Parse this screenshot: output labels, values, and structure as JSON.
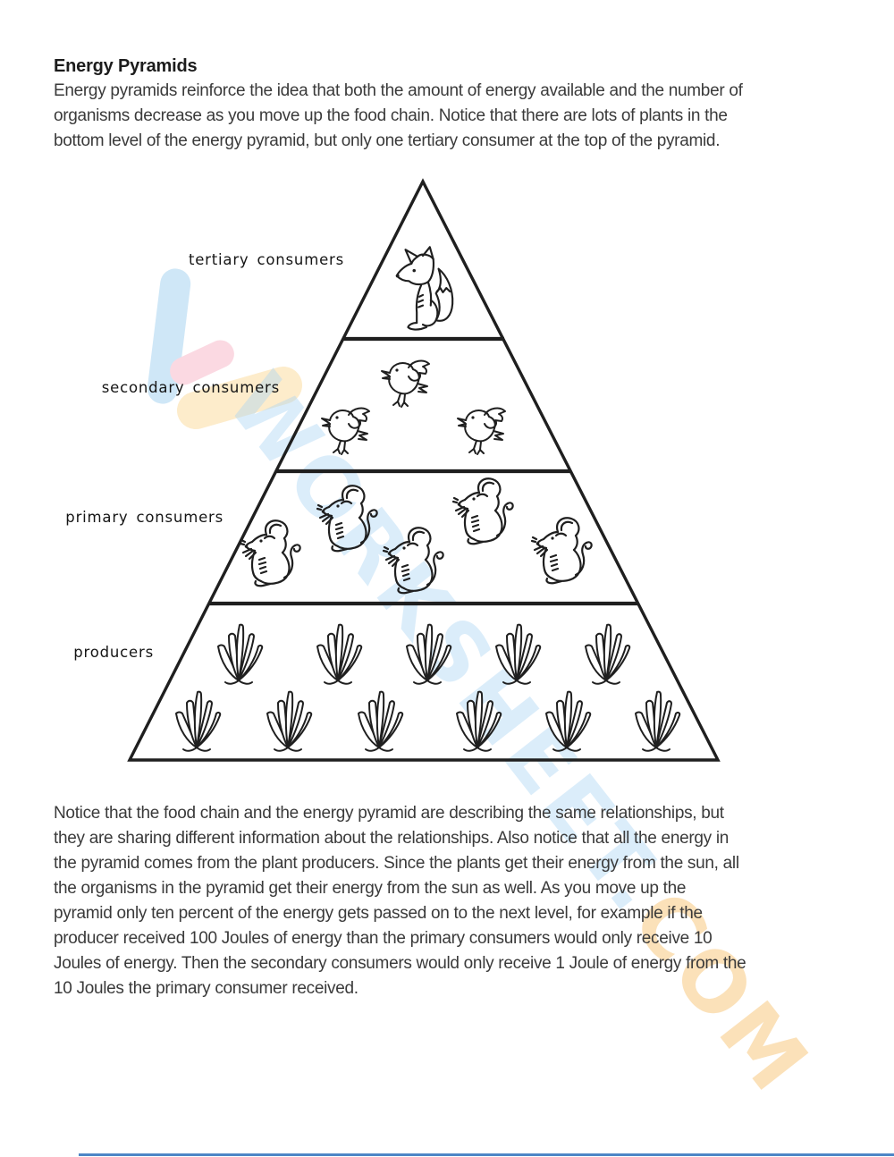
{
  "page": {
    "heading": "Energy Pyramids",
    "intro_lines": [
      "Energy pyramids reinforce the idea that both the amount of energy available and the number of",
      "organisms decrease as you move up the food chain. Notice that there are lots of plants in the",
      "bottom level of the energy pyramid, but only one tertiary consumer at the top of the pyramid."
    ],
    "body_lines": [
      "Notice that the food chain and the energy pyramid are describing the same relationships, but",
      "they are sharing different information about the relationships. Also notice that all the energy in",
      "the pyramid comes from the plant producers. Since the plants get their energy from the sun, all",
      "the organisms in the pyramid get their energy from the sun as well. As you move up the",
      "pyramid only ten percent of the energy gets passed on to the next level, for example if the",
      "producer received 100 Joules of energy than the primary consumers would only receive 10",
      "Joules of energy. Then the secondary consumers would only receive 1 Joule of energy from the",
      "10 Joules the primary consumer received."
    ]
  },
  "figure": {
    "labels": {
      "tertiary": "tertiary consumers",
      "secondary": "secondary consumers",
      "primary": "primary consumers",
      "producers": "producers"
    },
    "organisms": {
      "tertiary": {
        "name": "fox",
        "count": 1
      },
      "secondary": {
        "name": "birds",
        "count": 3
      },
      "primary": {
        "name": "mice",
        "count": 5
      },
      "producers": {
        "name": "plants",
        "count": 11
      }
    }
  },
  "watermark": {
    "text_upper": "WORKSHEET.",
    "text_lower": "COM"
  },
  "colors": {
    "ink": "#1f1f1f",
    "wm_blue": "#cfe7f7",
    "wm_pink": "#fbd9e2",
    "wm_yellow": "#fdeccb",
    "wm_text_blue": "rgba(169,213,242,0.42)",
    "wm_text_orange": "rgba(247,196,116,0.5)",
    "footer_blue": "#4e86c6"
  }
}
